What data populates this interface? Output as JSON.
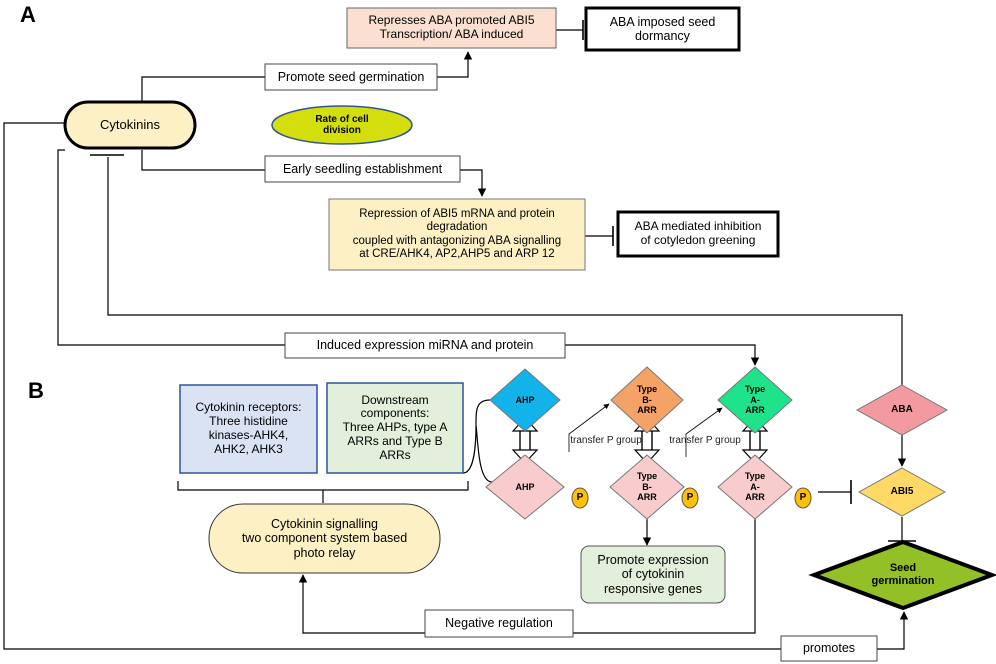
{
  "panels": {
    "a": "A",
    "b": "B"
  },
  "nodes": {
    "cytokinins": "Cytokinins",
    "represses_abi5": "Represses ABA promoted ABI5\nTranscription/ ABA induced",
    "aba_dormancy": "ABA imposed seed\ndormancy",
    "promote_germination": "Promote seed germination",
    "rate_cell_division": "Rate of cell\ndivision",
    "early_seedling": "Early seedling establishment",
    "repression_abi5": "Repression of ABI5 mRNA and protein\ndegradation\ncoupled with antagonizing ABA signalling\nat CRE/AHK4, AP2,AHP5 and ARP 12",
    "aba_cotyledon": "ABA mediated inhibition\nof cotyledon greening",
    "induced_expression": "Induced expression miRNA and protein",
    "receptors": "Cytokinin receptors:\nThree histidine\nkinases-AHK4,\nAHK2, AHK3",
    "downstream": "Downstream\ncomponents:\nThree AHPs, type A\nARRs and Type B\nARRs",
    "ahp_top": "AHP",
    "typeb_top": "Type\nB-\nARR",
    "typea_top": "Type\nA-\nARR",
    "aba": "ABA",
    "ahp_bottom": "AHP",
    "typeb_bottom": "Type\nB-\nARR",
    "typea_bottom": "Type\nA-\nARR",
    "abi5": "ABI5",
    "p_label": "P",
    "transfer_1": "transfer P group",
    "transfer_2": "transfer P group",
    "cytokinin_signalling": "Cytokinin signalling\ntwo component system based\nphoto relay",
    "promote_expression": "Promote expression\nof cytokinin\nresponsive genes",
    "seed_germination": "Seed\ngermination",
    "negative_regulation": "Negative regulation",
    "promotes": "promotes"
  },
  "colors": {
    "cytokinins_fill": "#fdf0c4",
    "represses_fill": "#fbe0d2",
    "cell_division_fill": "#d3de0c",
    "cell_division_border": "#2f5597",
    "repression_fill": "#fdf0c4",
    "receptors_fill": "#dae3f3",
    "receptors_border": "#2f5597",
    "downstream_fill": "#e2efda",
    "downstream_border": "#2f5597",
    "ahp_top_fill": "#12b3ea",
    "typeb_top_fill": "#f4a266",
    "typea_top_fill": "#1fe38a",
    "aba_fill": "#f39aa0",
    "pink_diamond_fill": "#f8cbcc",
    "abi5_fill": "#ffd966",
    "p_fill": "#ffc000",
    "signalling_fill": "#fdf0c4",
    "expression_fill": "#e2efda",
    "seed_germ_fill": "#92c026"
  }
}
